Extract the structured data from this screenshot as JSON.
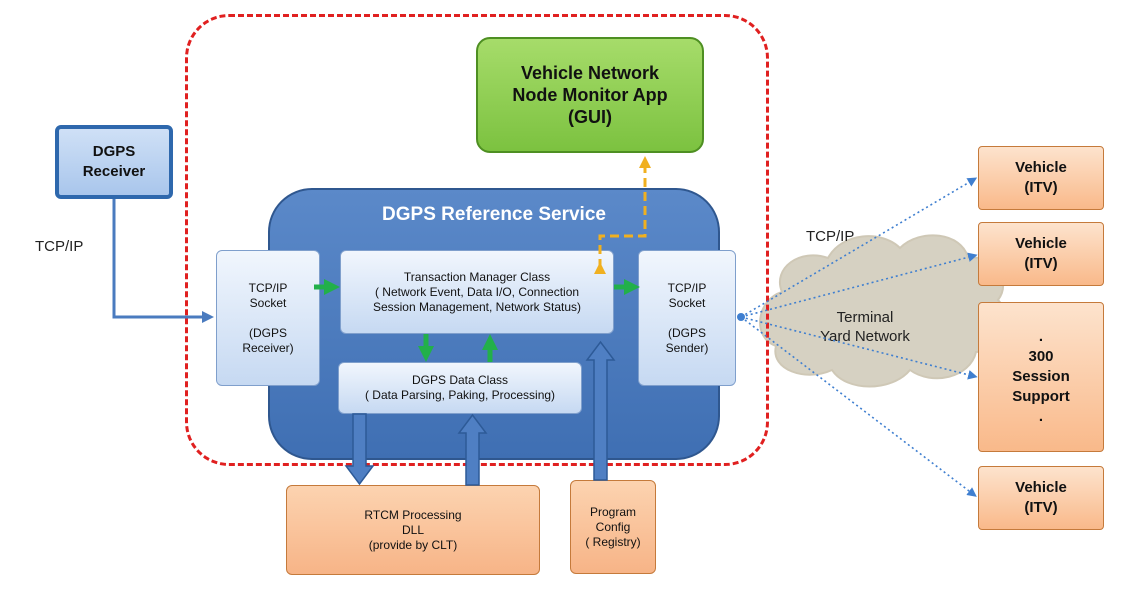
{
  "diagram": {
    "service": {
      "title": "DGPS Reference Service"
    },
    "monitor_app": {
      "lines": [
        "Vehicle Network",
        "Node Monitor App",
        "(GUI)"
      ]
    },
    "dgps_receiver": {
      "lines": [
        "DGPS",
        "Receiver"
      ]
    },
    "left_socket": {
      "lines": [
        "TCP/IP",
        "Socket",
        "",
        "(DGPS",
        "Receiver)"
      ]
    },
    "transaction_manager": {
      "lines": [
        "Transaction Manager Class",
        "( Network Event, Data I/O, Connection",
        "Session Management, Network Status)"
      ]
    },
    "right_socket": {
      "lines": [
        "TCP/IP",
        "Socket",
        "",
        "(DGPS",
        "Sender)"
      ]
    },
    "data_class": {
      "lines": [
        "DGPS Data Class",
        "( Data Parsing, Paking, Processing)"
      ]
    },
    "rtcm_dll": {
      "lines": [
        "RTCM Processing",
        "DLL",
        "(provide  by  CLT)"
      ]
    },
    "program_config": {
      "lines": [
        "Program",
        "Config",
        "( Registry)"
      ]
    },
    "vehicles": [
      {
        "lines": [
          "Vehicle",
          "(ITV)"
        ]
      },
      {
        "lines": [
          "Vehicle",
          "(ITV)"
        ]
      },
      {
        "lines": [
          ".",
          "300",
          "Session",
          "Support",
          "."
        ]
      },
      {
        "lines": [
          "Vehicle",
          "(ITV)"
        ]
      }
    ],
    "labels": {
      "tcpip_left": "TCP/IP",
      "tcpip_right": "TCP/IP",
      "cloud": [
        "Terminal",
        "Yard Network"
      ]
    },
    "colors": {
      "boundary": "#e02020",
      "service_fill": "#4a7bbf",
      "green_arrow": "#22b04a",
      "yellow_arrow": "#f0b020",
      "blue_line": "#4a7bbf",
      "dotted_line": "#3f7fd0",
      "orange_fill": "#f9b98a"
    }
  }
}
